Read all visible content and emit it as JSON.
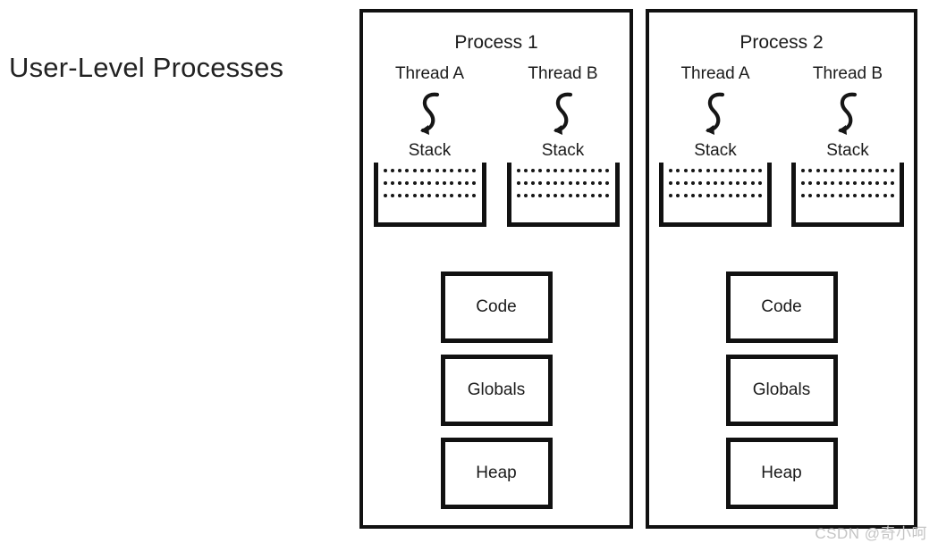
{
  "diagram": {
    "title": "User-Level Processes",
    "background_color": "#ffffff",
    "line_color": "#111111",
    "text_color": "#1b1b1b"
  },
  "processes": [
    {
      "id": "process-1",
      "title": "Process 1",
      "threads": [
        {
          "label": "Thread A",
          "icon": "thread-squiggle-arrow-icon",
          "stack_label": "Stack",
          "stack_dot_rows": 3,
          "stack_dots_per_row": 13
        },
        {
          "label": "Thread B",
          "icon": "thread-squiggle-arrow-icon",
          "stack_label": "Stack",
          "stack_dot_rows": 3,
          "stack_dots_per_row": 13
        }
      ],
      "segments": [
        {
          "label": "Code"
        },
        {
          "label": "Globals"
        },
        {
          "label": "Heap"
        }
      ]
    },
    {
      "id": "process-2",
      "title": "Process 2",
      "threads": [
        {
          "label": "Thread A",
          "icon": "thread-squiggle-arrow-icon",
          "stack_label": "Stack",
          "stack_dot_rows": 3,
          "stack_dots_per_row": 13
        },
        {
          "label": "Thread B",
          "icon": "thread-squiggle-arrow-icon",
          "stack_label": "Stack",
          "stack_dot_rows": 3,
          "stack_dots_per_row": 13
        }
      ],
      "segments": [
        {
          "label": "Code"
        },
        {
          "label": "Globals"
        },
        {
          "label": "Heap"
        }
      ]
    }
  ],
  "watermark": {
    "text": "CSDN @奇小呵",
    "color": "#c4c4c4"
  }
}
